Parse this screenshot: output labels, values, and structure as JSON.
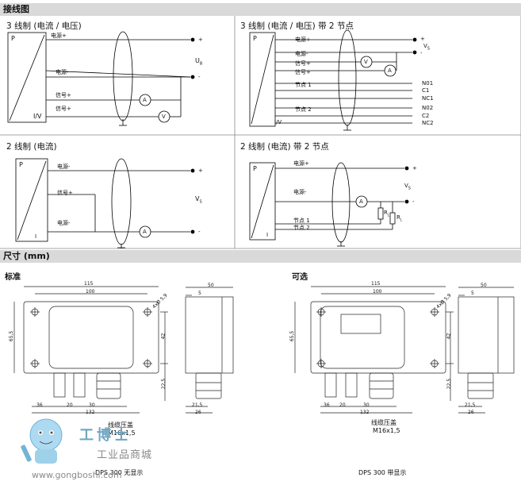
{
  "header_wiring": "接线图",
  "header_dims": "尺寸 (mm)",
  "w1": {
    "title": "3 线制 (电流 / 电压)",
    "p": "P",
    "iv": "I/V",
    "pwr_p": "电源+",
    "pwr_m": "电源-",
    "sig1": "信号+",
    "sig2": "信号+",
    "plus": "+",
    "minus": "-",
    "us": "U",
    "us_sub": "B",
    "a": "A",
    "v": "V"
  },
  "w2": {
    "title": "3 线制 (电流 / 电压) 带 2 节点",
    "p": "P",
    "iv": "I/V",
    "pwr_p": "电源+",
    "pwr_m": "电源-",
    "sig1": "信号+",
    "sig2": "信号+",
    "node1": "节点 1",
    "node2": "节点 2",
    "plus": "+",
    "minus": "-",
    "vs": "V",
    "vs_sub": "S",
    "v": "V",
    "a": "A",
    "no1": "N01",
    "c1": "C1",
    "nc1": "NC1",
    "no2": "N02",
    "c2": "C2",
    "nc2": "NC2"
  },
  "w3": {
    "title": "2 线制 (电流)",
    "p": "P",
    "i": "I",
    "pwr_m": "电源-",
    "sig": "信号+",
    "pwr_m2": "电源-",
    "plus": "+",
    "minus": "-",
    "vs": "V",
    "vs_sub": "S",
    "a": "A"
  },
  "w4": {
    "title": "2 线制 (电流) 带 2 节点",
    "p": "P",
    "i": "I",
    "pwr_p": "电源+",
    "pwr_m": "电源-",
    "node1": "节点 1",
    "node2": "节点 2",
    "plus": "+",
    "minus": "-",
    "vs": "V",
    "vs_sub": "S",
    "a": "A",
    "r": "R",
    "r_sub": "L"
  },
  "std": {
    "label": "标准",
    "d115": "115",
    "d100": "100",
    "d65": "65,5",
    "d42": "42",
    "d22": "22,5",
    "d36": "36",
    "d20a": "20",
    "d30": "30",
    "d132": "132",
    "hole": "4xØ 5,9",
    "d50": "50",
    "d5": "5",
    "d21": "21,5",
    "d26": "26",
    "gland": "线缆压盖",
    "gland2": "M16x1,5",
    "caption": "DPS 300 无显示"
  },
  "opt": {
    "label": "可选",
    "d115": "115",
    "d100": "100",
    "d65": "65,5",
    "d42": "42",
    "d22": "22,5",
    "d36": "36",
    "d20a": "20",
    "d30": "30",
    "d132": "132",
    "hole": "4xØ 5,9",
    "d50": "50",
    "d5": "5",
    "d21": "21,5",
    "d26": "26",
    "gland": "线缆压盖",
    "gland2": "M16x1,5",
    "caption": "DPS 300 带显示"
  },
  "watermark": {
    "brand": "工博士",
    "sub": "工业品商城",
    "url": "www.gongboshi.com"
  }
}
